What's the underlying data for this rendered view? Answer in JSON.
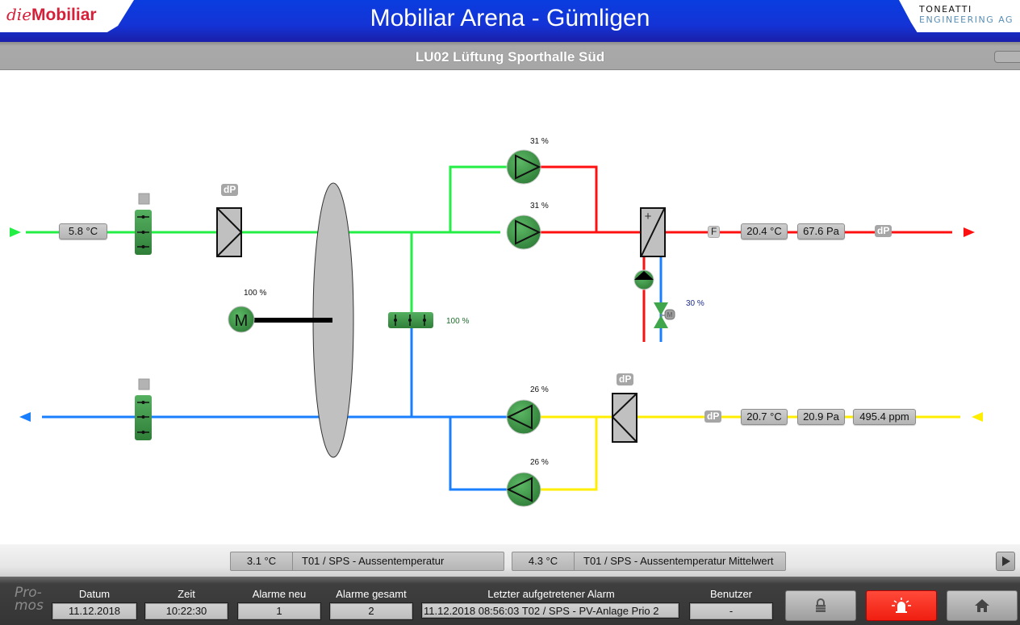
{
  "header": {
    "logo_left_prefix": "die",
    "logo_left_main": "Mobiliar",
    "title": "Mobiliar Arena - Gümligen",
    "logo_right_line1": "TONEATTI",
    "logo_right_line2": "ENGINEERING AG"
  },
  "page": {
    "title": "LU02 Lüftung Sporthalle Süd"
  },
  "colors": {
    "outdoor_air": "#22ee44",
    "supply_air": "#ff1010",
    "extract_air": "#ffee00",
    "exhaust_air": "#1a7fff",
    "component_green": "#3f9b4a",
    "alarm_button": "#f52a1a"
  },
  "schema": {
    "outdoor_temp": "5.8 °C",
    "outdoor_damper_icon": "damper-icon",
    "outdoor_filter_tag": "dP",
    "rotor_motor_label": "M",
    "rotor_motor_pct": "100  %",
    "bypass_damper_pct": "100  %",
    "supply_fan_1_pct": "31  %",
    "supply_fan_2_pct": "31  %",
    "heater_symbol": "+",
    "heating_valve_pct": "30  %",
    "heating_valve_motor": "M",
    "supply_frost_tag": "F",
    "supply_temp": "20.4 °C",
    "supply_pressure": "67.6 Pa",
    "supply_dp_tag": "dP",
    "extract_fan_1_pct": "26  %",
    "extract_fan_2_pct": "26  %",
    "extract_filter_tag": "dP",
    "extract_dp_tag": "dP",
    "extract_temp": "20.7 °C",
    "extract_pressure": "20.9 Pa",
    "extract_co2": "495.4 ppm"
  },
  "infobar": {
    "items": [
      {
        "value": "3.1 °C",
        "label": "T01 / SPS - Aussentemperatur"
      },
      {
        "value": "4.3 °C",
        "label": "T01 / SPS - Aussentemperatur Mittelwert"
      }
    ]
  },
  "footer": {
    "brand_line1": "Pro-",
    "brand_line2": "mos",
    "fields": [
      {
        "label": "Datum",
        "value": "11.12.2018"
      },
      {
        "label": "Zeit",
        "value": "10:22:30"
      },
      {
        "label": "Alarme neu",
        "value": "1"
      },
      {
        "label": "Alarme gesamt",
        "value": "2"
      },
      {
        "label": "Letzter aufgetretener Alarm",
        "value": "11.12.2018 08:56:03 T02 / SPS - PV-Anlage Prio 2"
      },
      {
        "label": "Benutzer",
        "value": "-"
      }
    ],
    "buttons": [
      {
        "icon": "lock-icon"
      },
      {
        "icon": "alarm-bell-icon"
      },
      {
        "icon": "home-icon"
      }
    ]
  }
}
